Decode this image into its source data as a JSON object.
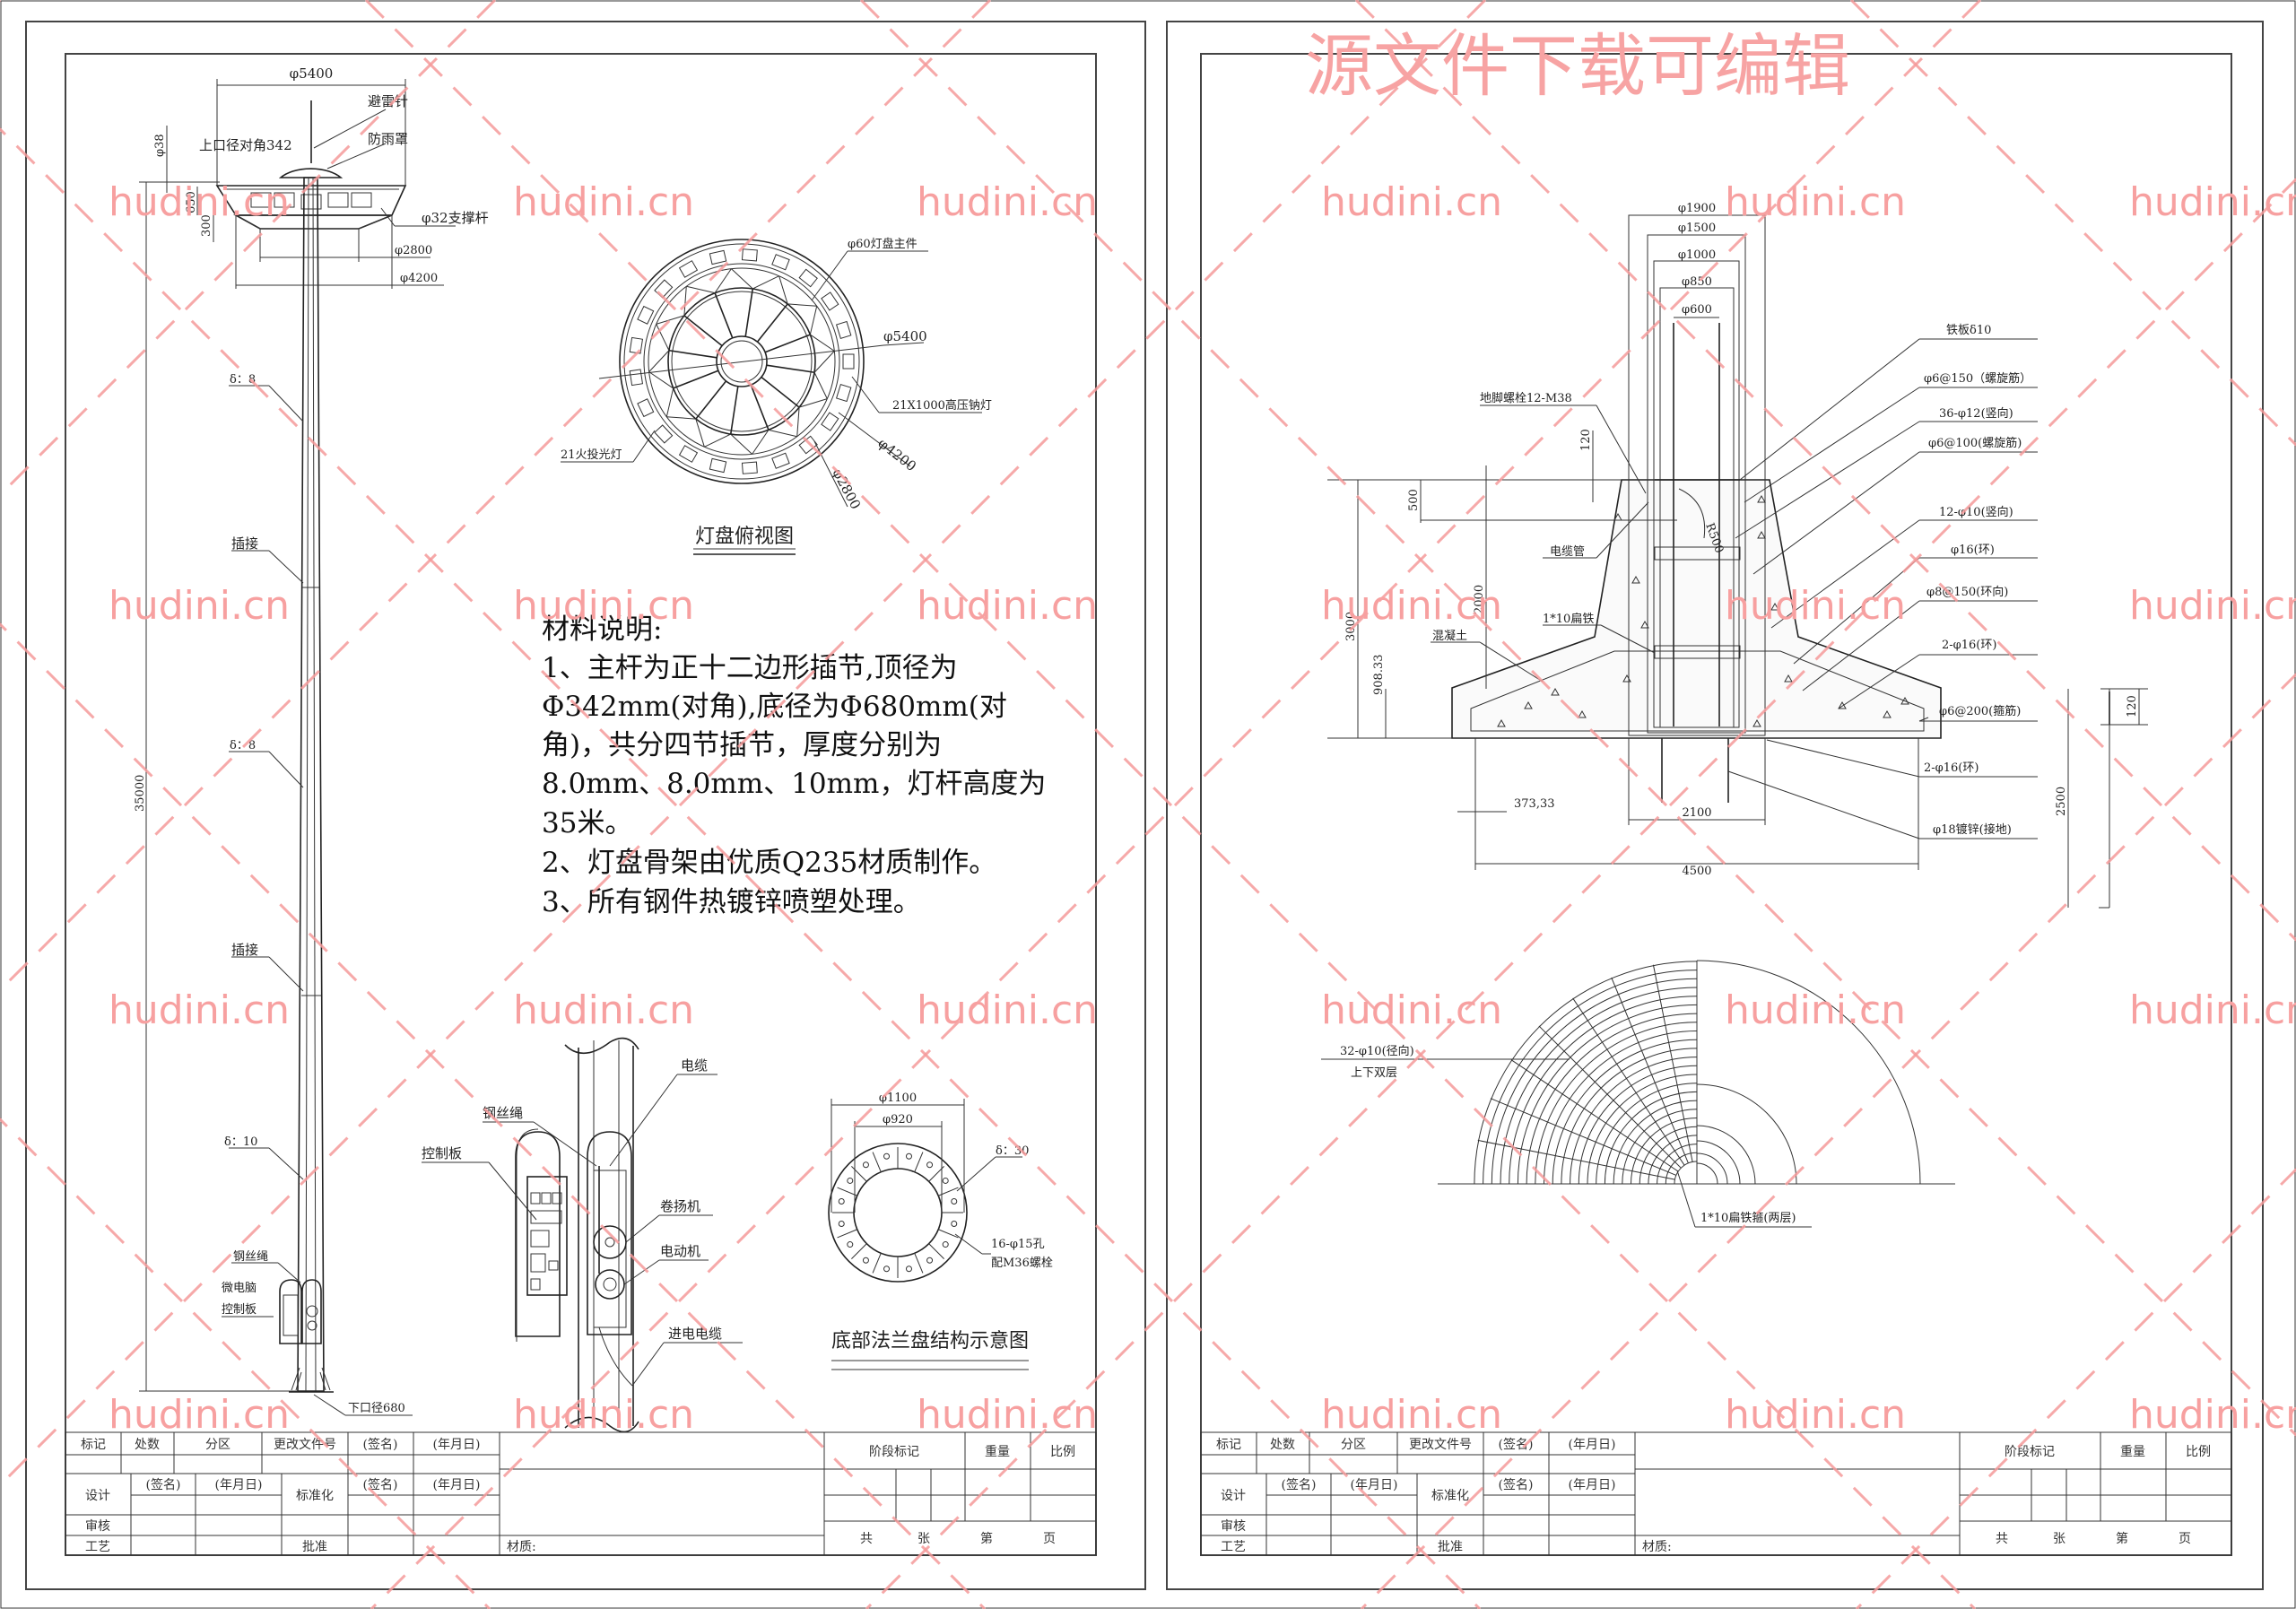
{
  "watermark": {
    "title": "源文件下载可编辑",
    "site": "hudini.cn",
    "color": "#f7a0a0"
  },
  "pole_elevation": {
    "dia_5400": "φ5400",
    "lightning_rod": "避雷针",
    "top_dia": "上口径对角342",
    "rain_cover": "防雨罩",
    "dia_38": "φ38",
    "h_650": "650",
    "h_300": "300",
    "support_rod": "φ32支撑杆",
    "dia_2800": "φ2800",
    "dia_4200": "φ4200",
    "thickness_1": "δ：8",
    "joint_1": "插接",
    "thickness_2": "δ：8",
    "joint_2": "插接",
    "thickness_3": "δ：10",
    "height_35000": "35000",
    "wire_rope": "钢丝绳",
    "micro_computer": "微电脑",
    "control_board": "控制板",
    "bottom_dia": "下口径680"
  },
  "top_view": {
    "main_part": "φ60灯盘主件",
    "dia_5400": "φ5400",
    "sodium_lamps": "21X1000高压钠灯",
    "flood_lights": "21火投光灯",
    "dia_4200": "φ4200",
    "dia_2800": "φ2800",
    "title": "灯盘俯视图"
  },
  "material_notes": {
    "heading": "材料说明:",
    "lines": [
      "1、主杆为正十二边形插节,顶径为",
      "Φ342mm(对角),底径为Φ680mm(对",
      "角)，共分四节插节，厚度分别为",
      "8.0mm、8.0mm、10mm，灯杆高度为",
      "35米。",
      "2、灯盘骨架由优质Q235材质制作。",
      "3、所有钢件热镀锌喷塑处理。"
    ]
  },
  "cabinet_detail": {
    "cable": "电缆",
    "wire_rope": "钢丝绳",
    "control_board": "控制板",
    "winch": "卷扬机",
    "motor": "电动机",
    "incoming_cable": "进电电缆"
  },
  "flange": {
    "dia_1100": "φ1100",
    "dia_920": "φ920",
    "thickness": "δ：30",
    "holes": "16-φ15孔",
    "bolts": "配M36螺栓",
    "title": "底部法兰盘结构示意图"
  },
  "foundation": {
    "dia_1900": "φ1900",
    "dia_1500": "φ1500",
    "dia_1000": "φ1000",
    "dia_850": "φ850",
    "dia_600": "φ600",
    "anchor_bolts": "地脚螺栓12-M38",
    "h_120": "120",
    "h_500": "500",
    "cable_pipe": "电缆管",
    "h_2000": "2000",
    "h_3000": "3000",
    "flat_iron": "1*10扁铁",
    "concrete": "混凝土",
    "h_908": "908.33",
    "w_373": "373,33",
    "w_2100": "2100",
    "w_4500": "4500",
    "r_500": "R500",
    "iron_plate": "铁板δ10",
    "spiral_150": "φ6@150（螺旋筋）",
    "vertical_36": "36-φ12(竖向)",
    "spiral_100": "φ6@100(螺旋筋)",
    "vertical_12": "12-φ10(竖向)",
    "ring_16": "φ16(环)",
    "ring_8": "φ8@150(环向)",
    "ring_2_16a": "2-φ16(环)",
    "stirrup": "φ6@200(箍筋)",
    "ring_2_16b": "2-φ16(环)",
    "grounding": "φ18镀锌(接地)",
    "h_2500": "2500",
    "h_120b": "120"
  },
  "mesh_plan": {
    "radial": "32-φ10(径向)",
    "double_layer": "上下双层",
    "hoop": "1*10扁铁箍(两层)"
  },
  "title_block": {
    "mark": "标记",
    "count": "处数",
    "zone": "分区",
    "change_doc": "更改文件号",
    "signature": "(签名)",
    "date": "(年月日)",
    "design": "设计",
    "standard": "标准化",
    "review": "审核",
    "process": "工艺",
    "approve": "批准",
    "material": "材质:",
    "stage_mark": "阶段标记",
    "weight": "重量",
    "scale": "比例",
    "total": "共",
    "sheets": "张",
    "no": "第",
    "page": "页"
  }
}
